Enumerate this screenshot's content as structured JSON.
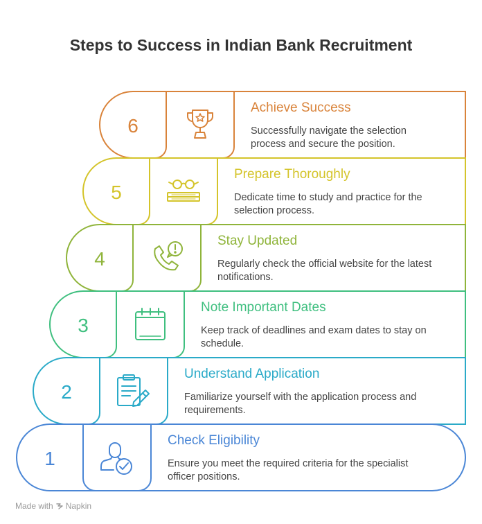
{
  "title": "Steps to Success in Indian Bank Recruitment",
  "footer": {
    "made_with": "Made with",
    "brand": "Napkin"
  },
  "steps": [
    {
      "number": "6",
      "title": "Achieve Success",
      "description": "Successfully navigate the selection process and secure the position.",
      "color": "#d9833a",
      "icon": "trophy-icon"
    },
    {
      "number": "5",
      "title": "Prepare Thoroughly",
      "description": "Dedicate time to study and practice for the selection process.",
      "color": "#d4c42a",
      "icon": "glasses-books-icon"
    },
    {
      "number": "4",
      "title": "Stay Updated",
      "description": "Regularly check the official website for the latest notifications.",
      "color": "#8fb43a",
      "icon": "phone-alert-icon"
    },
    {
      "number": "3",
      "title": "Note Important Dates",
      "description": "Keep track of deadlines and exam dates to stay on schedule.",
      "color": "#3fbf7f",
      "icon": "calendar-icon"
    },
    {
      "number": "2",
      "title": "Understand Application",
      "description": "Familiarize yourself with the application process and requirements.",
      "color": "#2aaac8",
      "icon": "clipboard-pencil-icon"
    },
    {
      "number": "1",
      "title": "Check Eligibility",
      "description": "Ensure you meet the required criteria for the specialist officer positions.",
      "color": "#4a86d6",
      "icon": "user-check-icon"
    }
  ]
}
